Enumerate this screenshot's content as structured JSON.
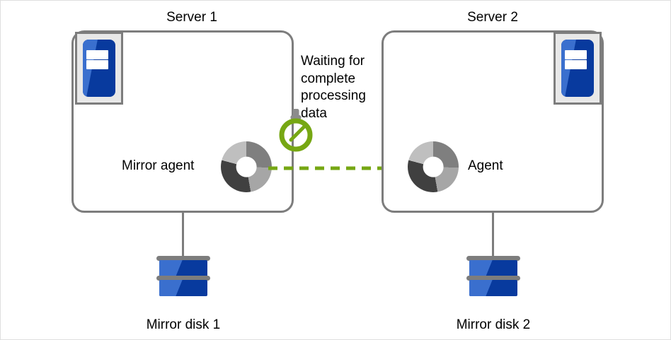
{
  "diagram": {
    "title_left": "Server 1",
    "title_right": "Server 2",
    "left": {
      "server_label": "Server 1",
      "agent_label": "Mirror agent",
      "disk_label": "Mirror disk 1",
      "icon_name": "server-icon"
    },
    "right": {
      "server_label": "Server 2",
      "agent_label": "Agent",
      "disk_label": "Mirror disk 2",
      "icon_name": "server-icon"
    },
    "annotation": {
      "text": "Waiting for complete processing data",
      "lines": [
        "Waiting for",
        "complete",
        "processing",
        "data"
      ],
      "icon_name": "stopwatch-icon"
    },
    "flow": {
      "direction": "left-to-right",
      "style": "dashed",
      "arrow_name": "data-flow-arrow"
    },
    "colors": {
      "accent_green": "#76A713",
      "server_blue_dark": "#083A9E",
      "server_blue_light": "#3A6FCE",
      "outline_gray": "#7D7D7D",
      "donut_light": "#BFBFBF",
      "donut_mid": "#A6A6A6",
      "donut_gray": "#7F7F7F",
      "donut_dark": "#404040"
    }
  }
}
